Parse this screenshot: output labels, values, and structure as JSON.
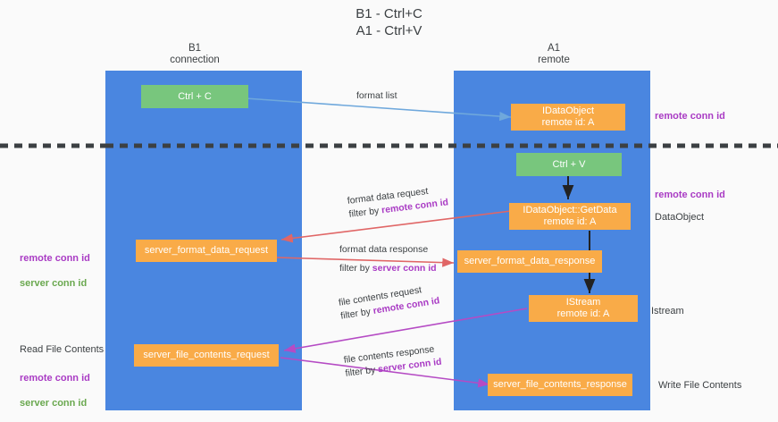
{
  "title": "B1 - Ctrl+C\nA1 - Ctrl+V",
  "columns": {
    "left": "B1\nconnection",
    "right": "A1\nremote"
  },
  "colors": {
    "lane": "#4a86e0",
    "orange_box": "#f9ab48",
    "green_box": "#78c67d",
    "remote_conn_id": "#a93bc4",
    "server_conn_id": "#6aa84f",
    "format_arrow": "#e06666",
    "file_arrow": "#b54bc4",
    "format_list_arrow": "#6fa8dc",
    "divider": "#3c4043",
    "background": "#fafafa"
  },
  "boxes": {
    "ctrl_c": "Ctrl + C",
    "ctrl_v": "Ctrl + V",
    "idataobject": "IDataObject\nremote id: A",
    "idataobject_getdata": "IDataObject::GetData\nremote id: A",
    "istream": "IStream\nremote id: A",
    "server_format_data_request": "server_format_data_request",
    "server_format_data_response": "server_format_data_response",
    "server_file_contents_request": "server_file_contents_request",
    "server_file_contents_response": "server_file_contents_response"
  },
  "arrow_labels": {
    "format_list": "format list",
    "format_data_request_line1": "format data request",
    "format_data_request_line2_prefix": "filter by ",
    "format_data_request_line2_key": "remote conn id",
    "format_data_response_line1": "format data response",
    "format_data_response_line2_prefix": "filter by ",
    "format_data_response_line2_key": "server conn id",
    "file_contents_request_line1": "file contents request",
    "file_contents_request_line2_prefix": "filter by ",
    "file_contents_request_line2_key": "remote conn id",
    "file_contents_response_line1": "file contents response",
    "file_contents_response_line2_prefix": "filter by ",
    "file_contents_response_line2_key": "server conn id"
  },
  "left_labels": {
    "conn_ids_upper_remote": "remote conn id",
    "conn_ids_upper_server": "server conn id",
    "read_file_contents": "Read File Contents",
    "conn_ids_lower_remote": "remote conn id",
    "conn_ids_lower_server": "server conn id"
  },
  "right_labels": {
    "remote_conn_id_top": "remote conn id",
    "remote_conn_id_mid": "remote conn id",
    "data_object": "DataObject",
    "istream": "Istream",
    "write_file_contents": "Write File Contents"
  }
}
